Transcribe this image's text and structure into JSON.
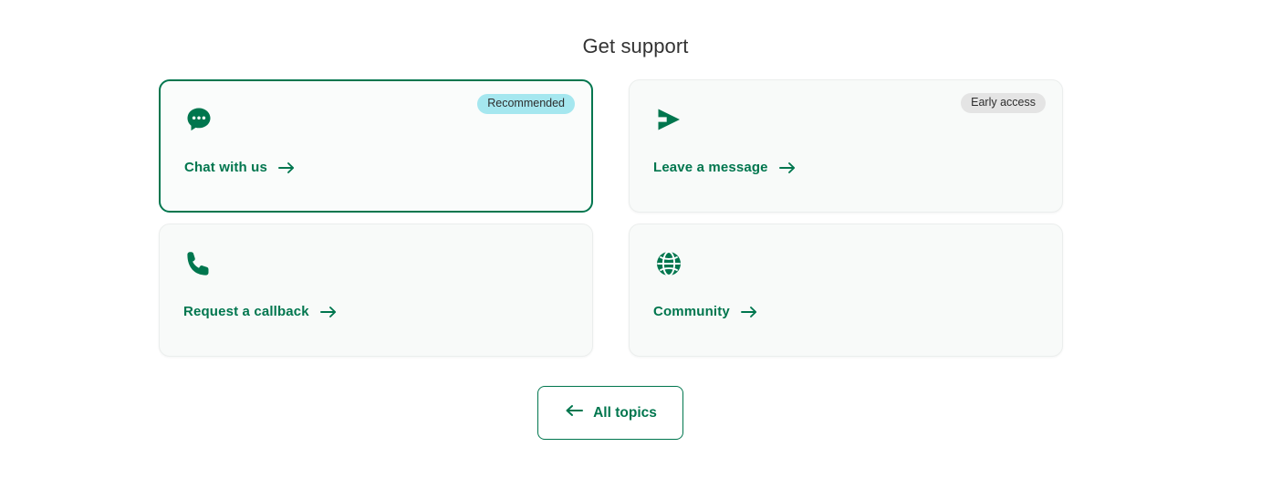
{
  "page": {
    "title": "Get support",
    "accent_color": "#00764e",
    "card_bg": "#f8faf9",
    "page_bg": "#ffffff"
  },
  "cards": [
    {
      "id": "chat-with-us",
      "label": "Chat with us",
      "icon": "chat-bubble-dots-icon",
      "badge": {
        "text": "Recommended",
        "color": "#a5e7ef"
      },
      "selected": true
    },
    {
      "id": "leave-a-message",
      "label": "Leave a message",
      "icon": "send-paper-plane-icon",
      "badge": {
        "text": "Early access",
        "color": "#e4e4e4"
      },
      "selected": false
    },
    {
      "id": "request-a-callback",
      "label": "Request a callback",
      "icon": "phone-handset-icon",
      "badge": null,
      "selected": false
    },
    {
      "id": "community",
      "label": "Community",
      "icon": "globe-icon",
      "badge": null,
      "selected": false
    }
  ],
  "footer": {
    "all_topics_label": "All topics",
    "back_arrow_icon": "arrow-left-icon"
  }
}
